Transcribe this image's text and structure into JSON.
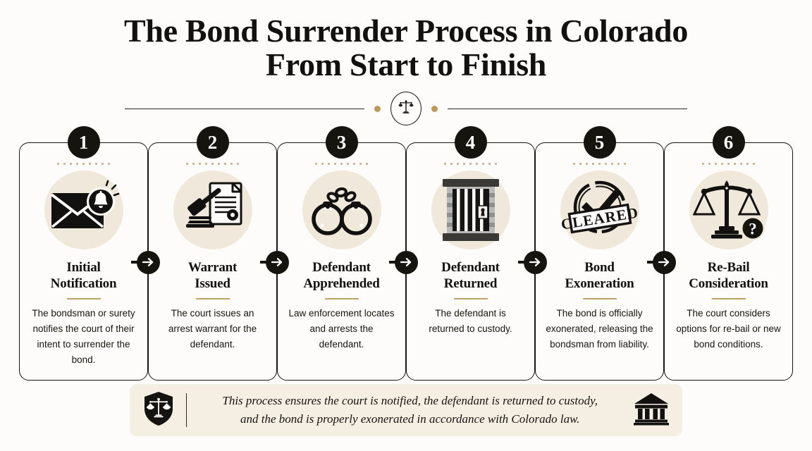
{
  "header": {
    "title_line1": "The Bond Surrender Process in Colorado",
    "title_line2": "From Start to Finish",
    "ornament_icon": "scales-of-justice-icon"
  },
  "colors": {
    "page_background": "#fdfcfa",
    "ink": "#12110f",
    "gold": "#c2a668",
    "dot_gold": "#b89a5e",
    "icon_circle": "#f0e8da",
    "footer_background": "#f4eee3",
    "badge_background": "#16140f"
  },
  "connector": {
    "icon": "arrow-right-icon",
    "count": 5
  },
  "steps": [
    {
      "number": "1",
      "title_line1": "Initial",
      "title_line2": "Notification",
      "description": "The bondsman or surety notifies the court of their intent to surrender the bond.",
      "icon": "envelope-with-bell-icon"
    },
    {
      "number": "2",
      "title_line1": "Warrant",
      "title_line2": "Issued",
      "description": "The court issues an arrest warrant for the defendant.",
      "icon": "gavel-and-document-icon"
    },
    {
      "number": "3",
      "title_line1": "Defendant",
      "title_line2": "Apprehended",
      "description": "Law enforcement locates and arrests the defendant.",
      "icon": "handcuffs-icon"
    },
    {
      "number": "4",
      "title_line1": "Defendant",
      "title_line2": "Returned",
      "description": "The defendant is returned to custody.",
      "icon": "jail-cell-door-icon"
    },
    {
      "number": "5",
      "title_line1": "Bond",
      "title_line2": "Exoneration",
      "description": "The bond is officially exonerated, releasing the bondsman from liability.",
      "icon": "cleared-stamp-icon",
      "stamp_label": "CLEARED"
    },
    {
      "number": "6",
      "title_line1": "Re-Bail",
      "title_line2": "Consideration",
      "description": "The court considers options for re-bail or new bond conditions.",
      "icon": "scales-with-question-mark-icon",
      "badge_glyph": "?"
    }
  ],
  "footer": {
    "left_icon": "shield-with-scales-icon",
    "right_icon": "courthouse-icon",
    "text_line1": "This process ensures the court is notified, the defendant is returned to custody,",
    "text_line2": "and the bond is properly exonerated in accordance with Colorado law."
  }
}
